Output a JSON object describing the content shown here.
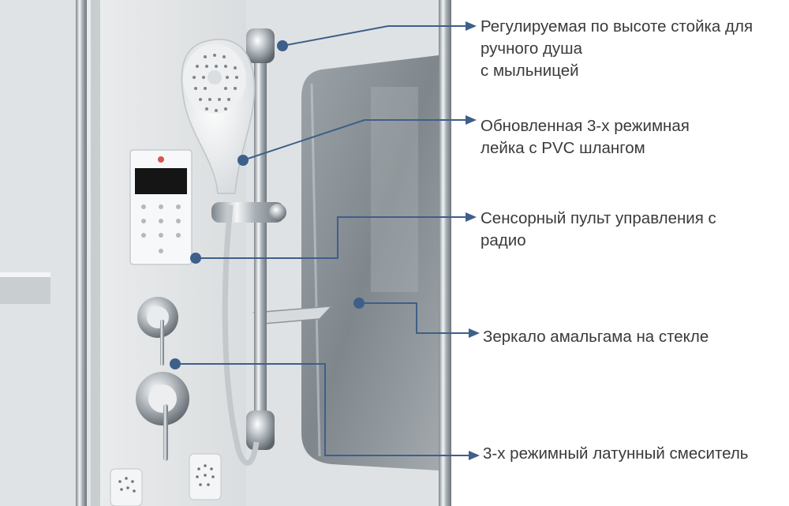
{
  "colors": {
    "leader": "#3e5f8a",
    "text": "#3a3a3a",
    "wall": "#e3e5e6",
    "chrome": "#b9bec3",
    "mirror": "#8f969b"
  },
  "callouts": [
    {
      "id": "height-adjustable-rail",
      "text": "Регулируемая по высоте стойка для\nручного душа\nс мыльницей"
    },
    {
      "id": "hand-shower-head",
      "text": "Обновленная 3-х режимная\nлейка с PVC шлангом"
    },
    {
      "id": "touch-control-panel",
      "text": "Сенсорный пульт управления с\nрадио"
    },
    {
      "id": "mirror",
      "text": "Зеркало амальгама на стекле"
    },
    {
      "id": "brass-mixer",
      "text": "3-х режимный латунный смеситель"
    }
  ]
}
